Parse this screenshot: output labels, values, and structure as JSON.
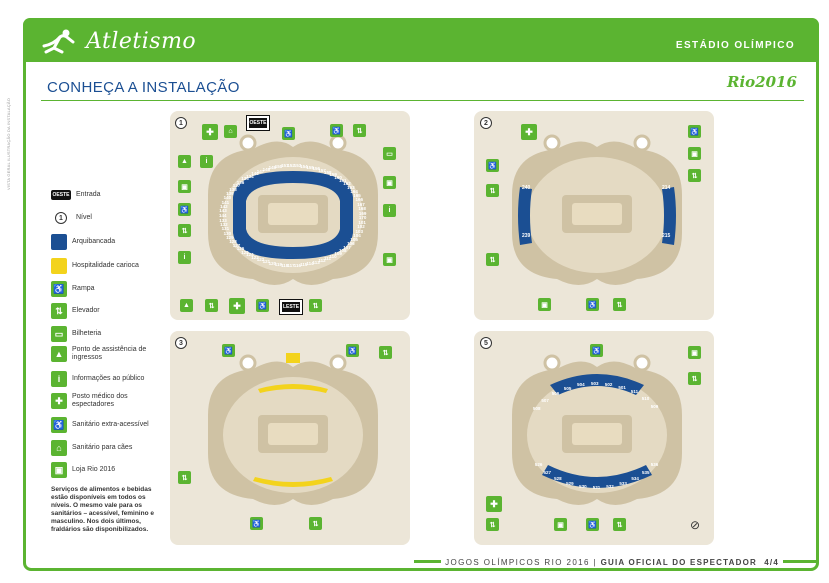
{
  "header": {
    "sport": "Atletismo",
    "venue": "ESTÁDIO OLÍMPICO",
    "side_note": "VISTA GERAL ILUSTRAÇÃO DA INSTALAÇÃO",
    "brand": "Rio2016"
  },
  "page": {
    "title": "CONHEÇA A INSTALAÇÃO"
  },
  "legend": {
    "items": [
      {
        "icon": "entrance-tag",
        "tag": "OESTE",
        "label": "Entrada"
      },
      {
        "icon": "level-circle",
        "tag": "1",
        "label": "Nível"
      },
      {
        "icon": "grandstand-swatch",
        "label": "Arquibancada",
        "color": "#1b4f93"
      },
      {
        "icon": "hospitality-swatch",
        "label": "Hospitalidade carioca",
        "color": "#f3d31c"
      },
      {
        "icon": "ramp-icon",
        "label": "Rampa"
      },
      {
        "icon": "elevator-icon",
        "label": "Elevador"
      },
      {
        "icon": "ticket-office-icon",
        "label": "Bilheteria"
      },
      {
        "icon": "ticket-assistance-icon",
        "label": "Ponto de assistência de ingressos"
      },
      {
        "icon": "info-icon",
        "label": "Informações ao público"
      },
      {
        "icon": "medical-icon",
        "label": "Posto médico dos espectadores"
      },
      {
        "icon": "accessible-toilet-icon",
        "label": "Sanitário extra-acessível"
      },
      {
        "icon": "dog-toilet-icon",
        "label": "Sanitário para cães"
      },
      {
        "icon": "shop-icon",
        "label": "Loja Rio 2016"
      }
    ],
    "note": "Serviços de alimentos e bebidas estão disponíveis em todos os níveis. O mesmo vale para os sanitários – acessível, feminino e masculino. Nos dois últimos, fraldários são disponibilizados."
  },
  "panels": [
    {
      "level": "1",
      "entrances": [
        "OESTE",
        "LESTE"
      ],
      "sections": [
        "144",
        "143",
        "142",
        "141",
        "140",
        "139",
        "138",
        "137",
        "136",
        "135",
        "134",
        "146",
        "147",
        "148",
        "149",
        "150",
        "151",
        "152",
        "153",
        "154",
        "155",
        "156",
        "157",
        "158",
        "159",
        "160",
        "161",
        "162",
        "163",
        "164",
        "165",
        "166",
        "167",
        "168",
        "169",
        "170",
        "101",
        "102",
        "103",
        "104",
        "105",
        "106",
        "107",
        "108",
        "109",
        "110",
        "111",
        "112",
        "113",
        "114",
        "115",
        "116",
        "117",
        "118",
        "119",
        "120",
        "121",
        "122",
        "123",
        "124",
        "125",
        "126",
        "127",
        "128",
        "129",
        "130",
        "131",
        "132",
        "133"
      ]
    },
    {
      "level": "2",
      "sections": [
        "240",
        "239",
        "214",
        "215"
      ]
    },
    {
      "level": "3"
    },
    {
      "level": "5",
      "sections": [
        "508",
        "507",
        "506",
        "505",
        "504",
        "503",
        "502",
        "501",
        "511",
        "510",
        "509",
        "536",
        "535",
        "534",
        "533",
        "532",
        "531",
        "530",
        "529",
        "528",
        "527",
        "526"
      ]
    }
  ],
  "footer": {
    "games": "JOGOS OLÍMPICOS RIO 2016",
    "separator": "|",
    "guide": "GUIA OFICIAL DO ESPECTADOR",
    "page": "4/4"
  },
  "colors": {
    "accent": "#5bb431",
    "navy": "#1b4f93",
    "yellow": "#f3d31c",
    "panel": "#ece6d8",
    "stadium": "#cfc2a4"
  }
}
